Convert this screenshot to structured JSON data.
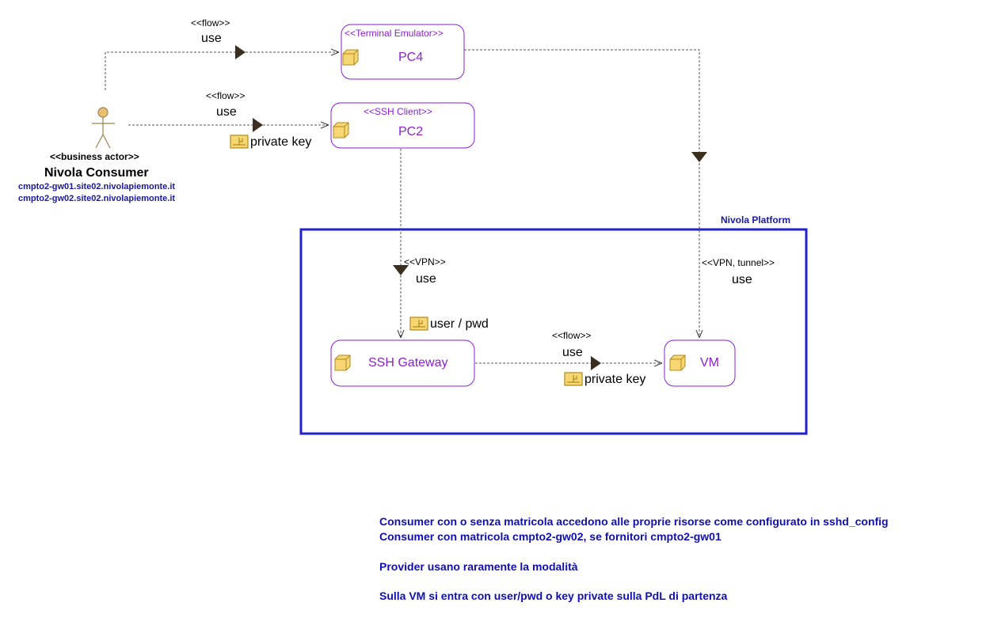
{
  "actor": {
    "stereotype": "<<business actor>>",
    "name": "Nivola Consumer",
    "hosts": [
      "cmpto2-gw01.site02.nivolapiemonte.it",
      "cmpto2-gw02.site02.nivolapiemonte.it"
    ]
  },
  "nodes": {
    "pc4": {
      "stereotype": "<<Terminal Emulator>>",
      "name": "PC4"
    },
    "pc2": {
      "stereotype": "<<SSH Client>>",
      "name": "PC2"
    },
    "ssh_gateway": {
      "name": "SSH Gateway"
    },
    "vm": {
      "name": "VM"
    }
  },
  "platform": {
    "label": "Nivola Platform"
  },
  "connectors": {
    "actor_pc4": {
      "stereotype": "<<flow>>",
      "label": "use"
    },
    "actor_pc2": {
      "stereotype": "<<flow>>",
      "label": "use",
      "artifact": "private key"
    },
    "pc2_gateway": {
      "stereotype": "<<VPN>>",
      "label": "use",
      "artifact": "user / pwd"
    },
    "pc4_vm": {
      "stereotype": "<<VPN, tunnel>>",
      "label": "use"
    },
    "gateway_vm": {
      "stereotype": "<<flow>>",
      "label": "use",
      "artifact": "private key"
    }
  },
  "notes": [
    "Consumer con o senza matricola accedono alle proprie risorse come configurato in sshd_config",
    "Consumer con matricola cmpto2-gw02, se fornitori cmpto2-gw01",
    "Provider usano raramente la modalità",
    "Sulla VM si entra con user/pwd o key private sulla PdL di partenza"
  ],
  "colors": {
    "node_border": "#8a1fd6",
    "node_text": "#8a1fd6",
    "platform_border": "#2222cc",
    "note_text": "#1010b0",
    "icon_fill": "#f7d774",
    "icon_stroke": "#b08a1a",
    "arrow_fill": "#3a2e1e"
  }
}
